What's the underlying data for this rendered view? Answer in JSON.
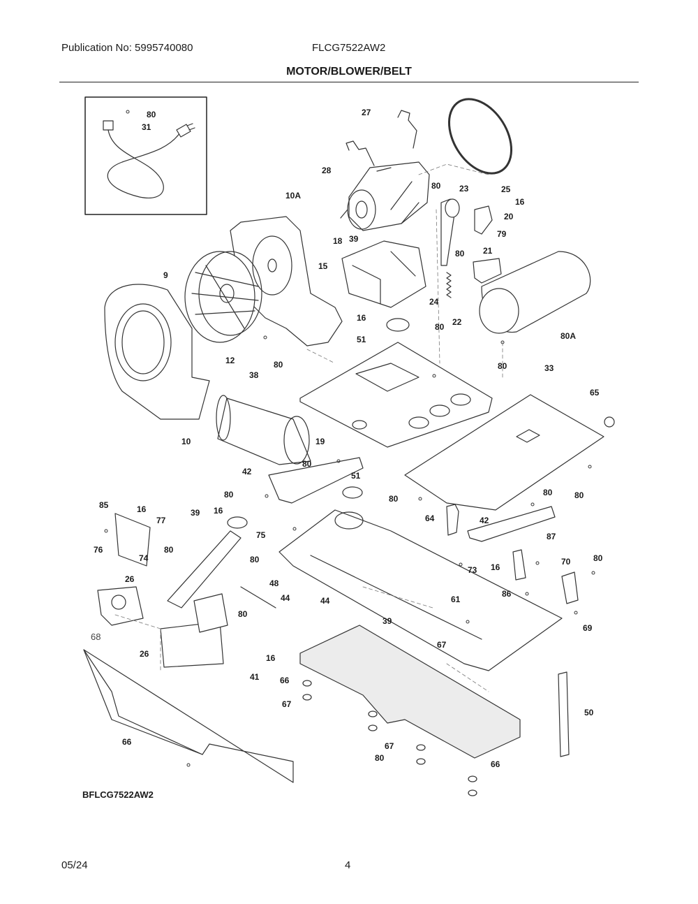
{
  "header": {
    "publication": "Publication No: 5995740080",
    "model": "FLCG7522AW2",
    "section_title": "MOTOR/BLOWER/BELT"
  },
  "diagram": {
    "code": "BFLCG7522AW2",
    "callouts": [
      "80",
      "31",
      "27",
      "28",
      "10A",
      "80",
      "23",
      "25",
      "16",
      "20",
      "79",
      "21",
      "80",
      "9",
      "15",
      "39",
      "18",
      "16",
      "24",
      "22",
      "51",
      "80",
      "80A",
      "12",
      "80",
      "80",
      "33",
      "38",
      "65",
      "10",
      "19",
      "80",
      "42",
      "51",
      "80",
      "80",
      "80",
      "64",
      "42",
      "80",
      "85",
      "16",
      "77",
      "39",
      "16",
      "75",
      "76",
      "74",
      "80",
      "80",
      "73",
      "87",
      "26",
      "48",
      "44",
      "44",
      "16",
      "70",
      "86",
      "68",
      "80",
      "39",
      "80",
      "61",
      "69",
      "26",
      "16",
      "67",
      "41",
      "66",
      "50",
      "67",
      "66",
      "67",
      "66",
      "80"
    ]
  },
  "footer": {
    "date": "05/24",
    "page": "4"
  }
}
